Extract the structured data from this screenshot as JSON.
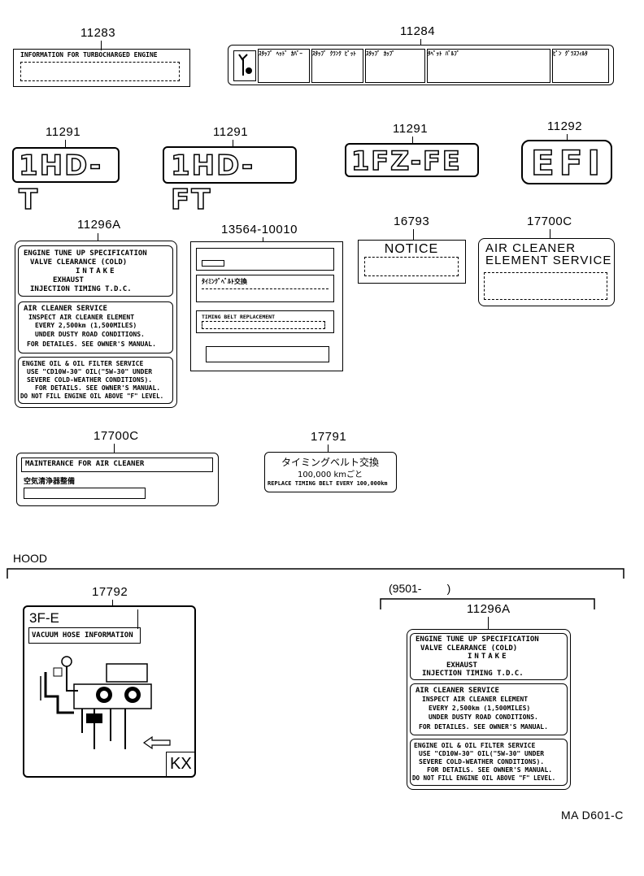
{
  "labels": {
    "p11283": {
      "part": "11283",
      "text": "INFORMATION FOR TURBOCHARGED ENGINE"
    },
    "p11284": {
      "part": "11284",
      "cells": [
        "ｽﾀｯﾌﾞ ﾍｯﾄﾞ ｶﾊﾞｰ",
        "ｽﾀｯﾌﾞ ｸﾗﾝｸ ﾋﾟｯﾄ",
        "ｽﾀｯﾌﾞ ｶｯﾌﾟ",
        "ﾀﾍﾟｯﾄ ﾊﾞﾙﾌﾞ",
        "ﾋﾟﾝ ｸﾞﾗｽﾌｨﾙﾀ"
      ]
    },
    "p11291a": {
      "part": "11291",
      "text": "1HD-T"
    },
    "p11291b": {
      "part": "11291",
      "text": "1HD-FT"
    },
    "p11291c": {
      "part": "11291",
      "text": "1FZ-FE"
    },
    "p11292": {
      "part": "11292",
      "text": "EFI"
    },
    "p11296a": {
      "part": "11296A",
      "sec1": [
        "ENGINE TUNE UP SPECIFICATION",
        "VALVE  CLEARANCE  (COLD)",
        "INTAKE",
        "EXHAUST",
        "INJECTION TIMING  T.D.C."
      ],
      "sec2": [
        "AIR CLEANER SERVICE",
        "INSPECT AIR CLEANER ELEMENT",
        "EVERY 2,500km  (1,500MILES)",
        "UNDER DUSTY ROAD CONDITIONS.",
        "FOR DETAILES. SEE OWNER'S MANUAL."
      ],
      "sec3": [
        "ENGINE OIL & OIL FILTER SERVICE",
        "USE \"CD10W-30\" OIL(\"5W-30\" UNDER",
        "SEVERE COLD-WEATHER CONDITIONS).",
        "FOR DETAILS. SEE OWNER'S MANUAL.",
        "DO NOT FILL ENGINE OIL ABOVE \"F\" LEVEL."
      ]
    },
    "p13564": {
      "part": "13564-10010",
      "line1": "ﾀｲﾐﾝｸﾞﾍﾞﾙﾄ交換",
      "line2": "TIMING BELT REPLACEMENT"
    },
    "p16793": {
      "part": "16793",
      "text": "NOTICE"
    },
    "p17700c_a": {
      "part": "17700C",
      "line1": "AIR CLEANER",
      "line2": "ELEMENT SERVICE"
    },
    "p17700c_b": {
      "part": "17700C",
      "line1": "MAINTERANCE FOR AIR CLEANER",
      "line2": "空気清浄器整備"
    },
    "p17791": {
      "part": "17791",
      "line1": "タイミングベルト交換",
      "line2": "100,000  kmごと",
      "line3": "REPLACE TIMING BELT EVERY 100,000km"
    },
    "hood": {
      "label": "HOOD"
    },
    "p17792": {
      "part": "17792",
      "line1": "3F-E",
      "line2": "VACUUM HOSE INFORMATION",
      "corner": "KX"
    },
    "p11296a_hood": {
      "part": "11296A",
      "date": "(9501-        )"
    },
    "footer": {
      "code": "MA D601-C"
    }
  }
}
